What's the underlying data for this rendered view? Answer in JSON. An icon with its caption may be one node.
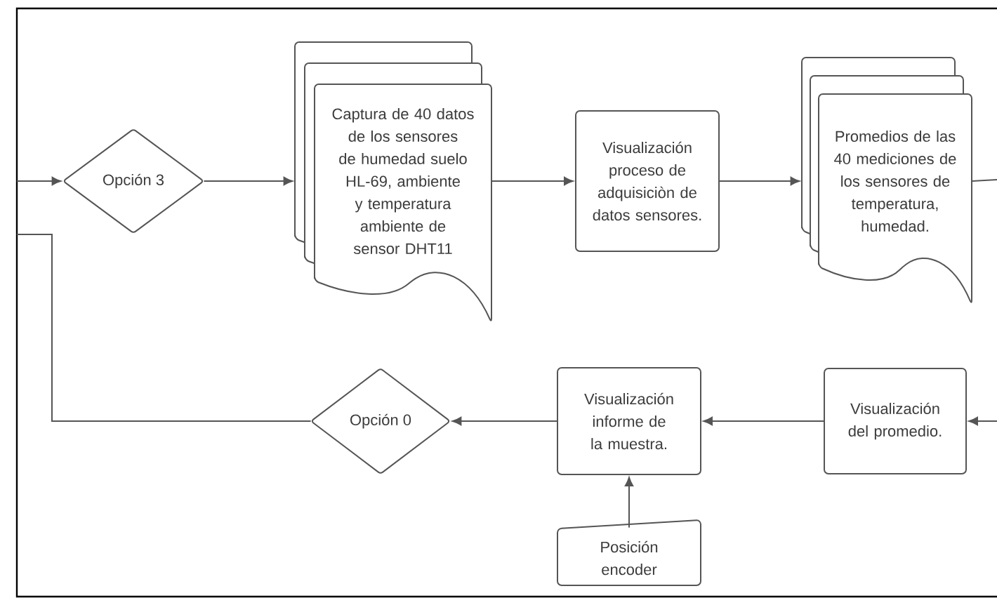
{
  "diagram": {
    "nodes": [
      {
        "text": [
          "Opción 3"
        ]
      },
      {
        "text": [
          "Captura de 40 datos de los sensores de humedad suelo HL-69, ambiente y temperatura ambiente de sensor DHT11"
        ]
      },
      {
        "text": [
          "Visualización proceso de adquisiciòn de datos sensores."
        ]
      },
      {
        "text": [
          "Promedios de las 40 mediciones de los sensores de temperatura, humedad."
        ]
      },
      {
        "text": [
          "Visualización del promedio."
        ]
      },
      {
        "text": [
          "Visualización informe de la muestra."
        ]
      },
      {
        "text": [
          "Opción 0"
        ]
      },
      {
        "text": [
          "Posición encoder"
        ]
      }
    ],
    "edges": [
      {
        "from": null,
        "to": 0,
        "arrow": "to"
      },
      {
        "from": 0,
        "to": 1,
        "arrow": "to"
      },
      {
        "from": 1,
        "to": 2,
        "arrow": "to"
      },
      {
        "from": 2,
        "to": 3,
        "arrow": "to"
      },
      {
        "from": 3,
        "to": null,
        "arrow": "none"
      },
      {
        "from": null,
        "to": 4,
        "arrow": "to"
      },
      {
        "from": 4,
        "to": 5,
        "arrow": "to"
      },
      {
        "from": 5,
        "to": 6,
        "arrow": "to"
      },
      {
        "from": 7,
        "to": 5,
        "arrow": "to"
      },
      {
        "from": 6,
        "to": null,
        "arrow": "none"
      }
    ]
  }
}
